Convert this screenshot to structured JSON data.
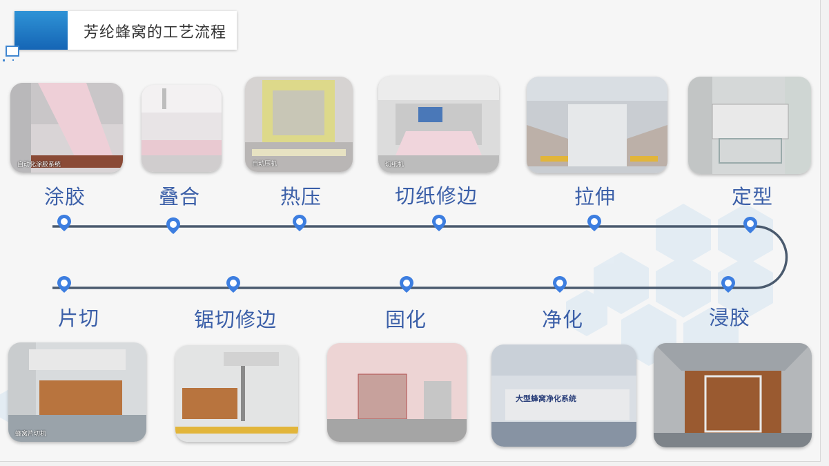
{
  "title": "芳纶蜂窝的工艺流程",
  "colors": {
    "accent": "#1f7bc9",
    "label": "#3b5fa8",
    "line": "#4a5a6e",
    "pin": "#3d7ee0"
  },
  "steps_top": [
    {
      "label": "涂胶",
      "photo_caption": "自动化涂胶系统"
    },
    {
      "label": "叠合",
      "photo_caption": ""
    },
    {
      "label": "热压",
      "photo_caption": "自动压机"
    },
    {
      "label": "切纸修边",
      "photo_caption": "切纸机"
    },
    {
      "label": "拉伸",
      "photo_caption": ""
    },
    {
      "label": "定型",
      "photo_caption": ""
    }
  ],
  "steps_bottom": [
    {
      "label": "片切",
      "photo_caption": "蜂窝片切机"
    },
    {
      "label": "锯切修边",
      "photo_caption": ""
    },
    {
      "label": "固化",
      "photo_caption": ""
    },
    {
      "label": "净化",
      "photo_caption": "大型蜂窝净化系统"
    },
    {
      "label": "浸胶",
      "photo_caption": ""
    }
  ]
}
